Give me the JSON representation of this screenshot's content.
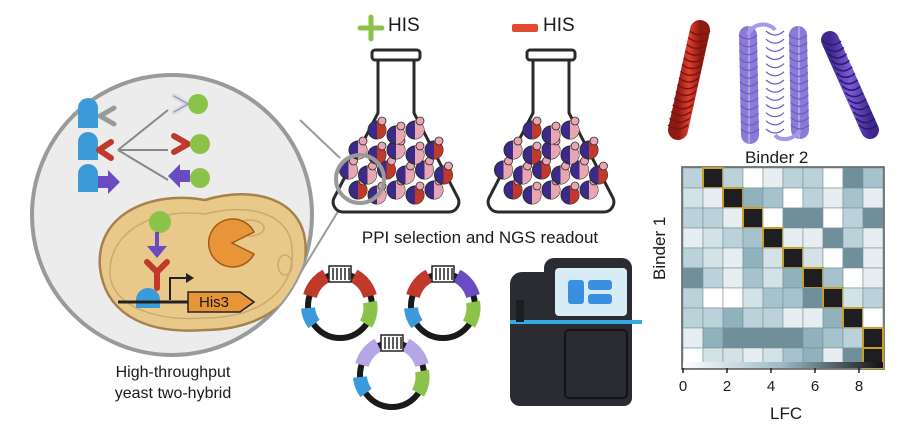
{
  "labels": {
    "y3h_line1": "High-throughput",
    "y3h_line2": "yeast two-hybrid",
    "plus_his": "HIS",
    "minus_his": "HIS",
    "ppi_caption": "PPI selection and NGS readout",
    "binder2": "Binder 2",
    "binder1": "Binder 1",
    "lfc": "LFC",
    "his3": "His3"
  },
  "lfc_ticks": [
    "0",
    "2",
    "4",
    "6",
    "8"
  ],
  "colors": {
    "red": "#c0392b",
    "blue": "#3b9ad9",
    "purple": "#6a4bc4",
    "lavender": "#b6a6e6",
    "green": "#8bc34a",
    "yeast": "#e8c98a",
    "orange": "#e8953a",
    "dark": "#222222",
    "gold": "#c8a028"
  }
}
